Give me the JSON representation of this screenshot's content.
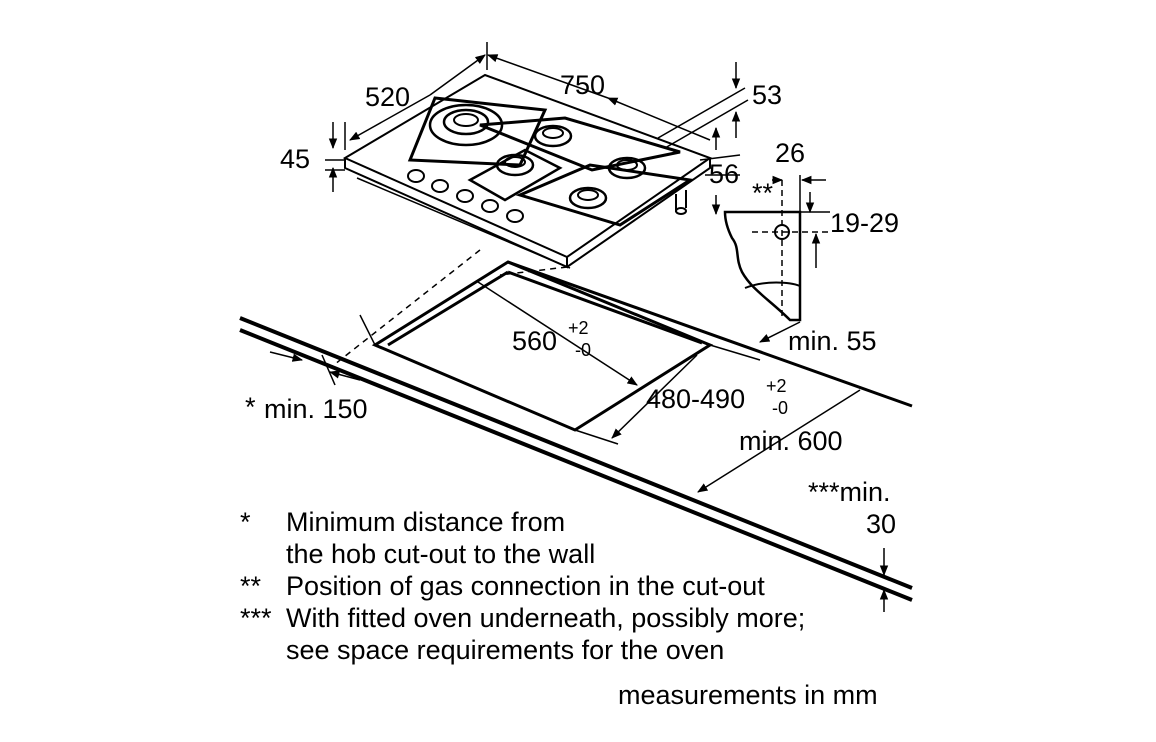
{
  "dimensions": {
    "width": "750",
    "depth": "520",
    "height": "45",
    "top_offset": "53",
    "front_offset": "56",
    "gas_distance": "26",
    "gas_height": "19-29",
    "gas_marker": "**",
    "cutout_width": "560",
    "cutout_width_tol_plus": "+2",
    "cutout_width_tol_minus": "-0",
    "cutout_depth": "480-490",
    "cutout_depth_tol_plus": "+2",
    "cutout_depth_tol_minus": "-0",
    "min_worktop": "min. 55",
    "min_wall_marker": "*",
    "min_wall": "min. 150",
    "min_depth": "min. 600",
    "min_under_label": "***min.",
    "min_under_value": "30"
  },
  "notes": [
    {
      "mark": "*",
      "text": "Minimum distance from"
    },
    {
      "mark": "",
      "text": "the hob cut-out to the wall"
    },
    {
      "mark": "**",
      "text": "Position of gas connection in the cut-out"
    },
    {
      "mark": "***",
      "text": "With fitted oven underneath, possibly more;"
    },
    {
      "mark": "",
      "text": "see space requirements for the oven"
    }
  ],
  "units_note": "measurements in mm"
}
